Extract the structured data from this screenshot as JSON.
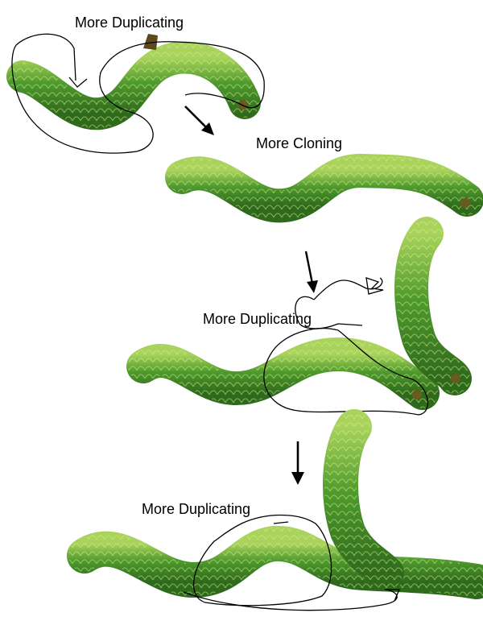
{
  "steps": [
    {
      "caption": "More Duplicating"
    },
    {
      "caption": "More Cloning"
    },
    {
      "caption": "More Duplicating"
    },
    {
      "caption": "More Duplicating"
    }
  ],
  "colors": {
    "vine_dark": "#2f6a1c",
    "vine_mid": "#4f9a2e",
    "vine_light": "#a9d35c",
    "ink": "#000000",
    "background": "#ffffff"
  },
  "icons": [
    "down-right-arrow-icon",
    "down-arrow-icon"
  ]
}
